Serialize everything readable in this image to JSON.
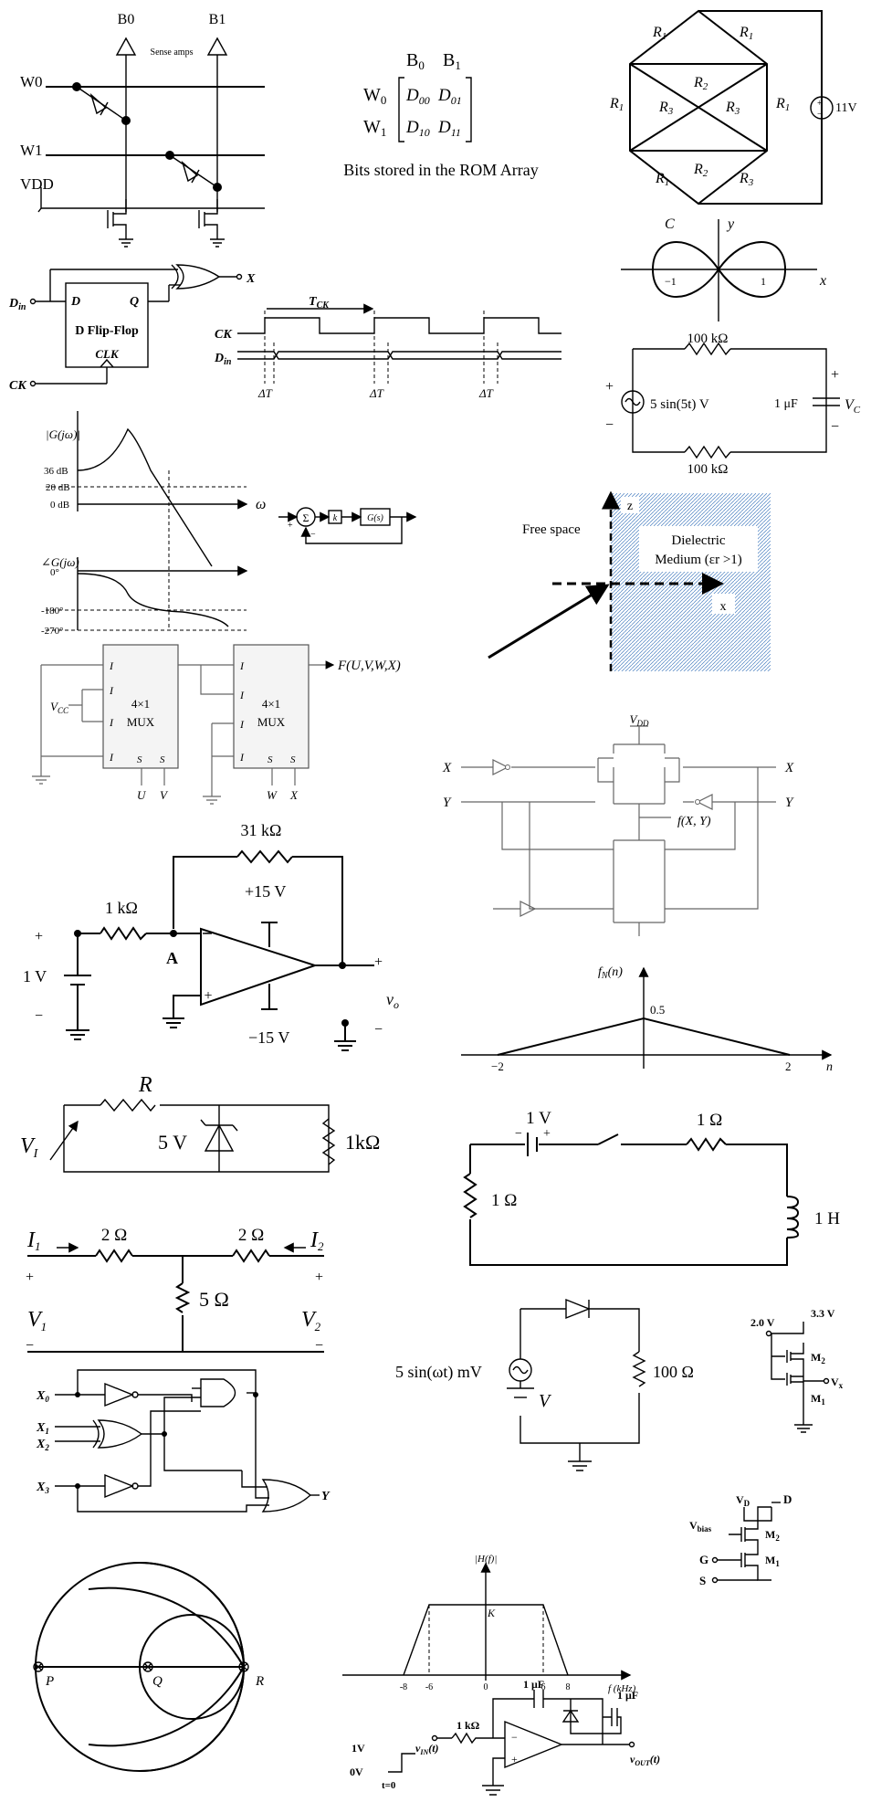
{
  "rom": {
    "b0": "B0",
    "b1": "B1",
    "sense": "Sense amps",
    "w0": "W0",
    "w1": "W1",
    "vdd": "VDD",
    "matrix_b0": "B",
    "matrix_b0_sub": "0",
    "matrix_b1": "B",
    "matrix_b1_sub": "1",
    "row_w0": "W",
    "row_w0_sub": "0",
    "row_w1": "W",
    "row_w1_sub": "1",
    "d00": "D",
    "d00_sub": "00",
    "d01": "D",
    "d01_sub": "01",
    "d10": "D",
    "d10_sub": "10",
    "d11": "D",
    "d11_sub": "11",
    "caption": "Bits stored in the ROM Array"
  },
  "bridge": {
    "r1": "R",
    "r1_sub": "1",
    "r2": "R",
    "r2_sub": "2",
    "r3": "R",
    "r3_sub": "3",
    "source": "11V"
  },
  "lemniscate": {
    "c": "C",
    "y": "y",
    "x": "x",
    "neg1": "−1",
    "pos1": "1"
  },
  "rc": {
    "r_top": "100 kΩ",
    "r_bot": "100 kΩ",
    "source": "5 sin(5t) V",
    "cap": "1 μF",
    "vc": "V",
    "vc_sub": "C",
    "plus": "+",
    "minus": "−"
  },
  "dff": {
    "din": "D",
    "din_sub": "in",
    "d": "D",
    "q": "Q",
    "title": "D Flip-Flop",
    "clk": "CLK",
    "ck": "CK",
    "x": "X"
  },
  "timing": {
    "tck": "T",
    "tck_sub": "CK",
    "ck": "CK",
    "din": "D",
    "din_sub": "in",
    "dt": "ΔT"
  },
  "bode": {
    "mag": "|G(jω)|",
    "db36": "36 dB",
    "db20": "20 dB",
    "db0": "0 dB",
    "omega": "ω",
    "phase": "∠G(jω)",
    "deg0": "0°",
    "deg180": "-180°",
    "deg270": "-270°"
  },
  "loop": {
    "sigma": "Σ",
    "k": "k",
    "gs": "G(s)",
    "plus": "+",
    "minus": "−"
  },
  "dielectric": {
    "free": "Free space",
    "z": "z",
    "medium1": "Dielectric",
    "medium2": "Medium (εr >1)",
    "x": "x"
  },
  "mux": {
    "i0": "I",
    "i1": "I",
    "i2": "I",
    "i3": "I",
    "s1": "S",
    "s0": "S",
    "label1": "4×1",
    "label2": "MUX",
    "vcc": "V",
    "vcc_sub": "CC",
    "u": "U",
    "v": "V",
    "w": "W",
    "x": "X",
    "out": "F(U,V,W,X)"
  },
  "cmos": {
    "vdd": "V",
    "vdd_sub": "DD",
    "x": "X",
    "y": "Y",
    "out": "f(X, Y)"
  },
  "opamp": {
    "rf": "31 kΩ",
    "rin": "1 kΩ",
    "vsrc": "1 V",
    "plus15": "+15 V",
    "minus15": "−15 V",
    "node": "A",
    "vo": "v",
    "vo_sub": "o",
    "plus": "+",
    "minus": "−"
  },
  "tri": {
    "fn": "f",
    "fn_sub": "N",
    "fn_arg": "(n)",
    "peak": "0.5",
    "neg2": "−2",
    "pos2": "2",
    "n": "n"
  },
  "zener": {
    "r": "R",
    "vi": "V",
    "vi_sub": "I",
    "vz": "5 V",
    "rl": "1kΩ"
  },
  "rl": {
    "v": "1 V",
    "r1": "1 Ω",
    "r2": "1 Ω",
    "l": "1 H",
    "plus": "+",
    "minus": "−"
  },
  "tnet": {
    "i1": "I",
    "i1_sub": "1",
    "i2": "I",
    "i2_sub": "2",
    "r1": "2 Ω",
    "r2": "2 Ω",
    "r3": "5 Ω",
    "v1": "V",
    "v1_sub": "1",
    "v2": "V",
    "v2_sub": "2",
    "plus": "+",
    "minus": "−"
  },
  "diode_ckt": {
    "src": "5 sin(ωt) mV",
    "v": "V",
    "r": "100 Ω"
  },
  "nmos_pair": {
    "vdd": "3.3 V",
    "vin": "2.0 V",
    "m2": "M",
    "m2_sub": "2",
    "m1": "M",
    "m1_sub": "1",
    "vx": "V",
    "vx_sub": "x"
  },
  "logic": {
    "x0": "X",
    "x0_sub": "0",
    "x1": "X",
    "x1_sub": "1",
    "x2": "X",
    "x2_sub": "2",
    "x3": "X",
    "x3_sub": "3",
    "y": "Y"
  },
  "cascode": {
    "vd": "V",
    "vd_sub": "D",
    "d": "D",
    "vbias": "V",
    "vbias_sub": "bias",
    "m2": "M",
    "m2_sub": "2",
    "g": "G",
    "m1": "M",
    "m1_sub": "1",
    "s": "S"
  },
  "smith": {
    "p": "P",
    "q": "Q",
    "r": "R"
  },
  "filter": {
    "h": "|H(f)|",
    "k": "K",
    "f": "f (kHz)",
    "ticks": [
      "-8",
      "-6",
      "0",
      "6",
      "8"
    ]
  },
  "integrator": {
    "r": "1 kΩ",
    "c": "1 μF",
    "c2": "1 μF",
    "v1": "1V",
    "v0": "0V",
    "t0": "t=0",
    "vin": "v",
    "vin_sub": "IN",
    "vin_arg": "(t)",
    "vout": "v",
    "vout_sub": "OUT",
    "vout_arg": "(t)"
  }
}
